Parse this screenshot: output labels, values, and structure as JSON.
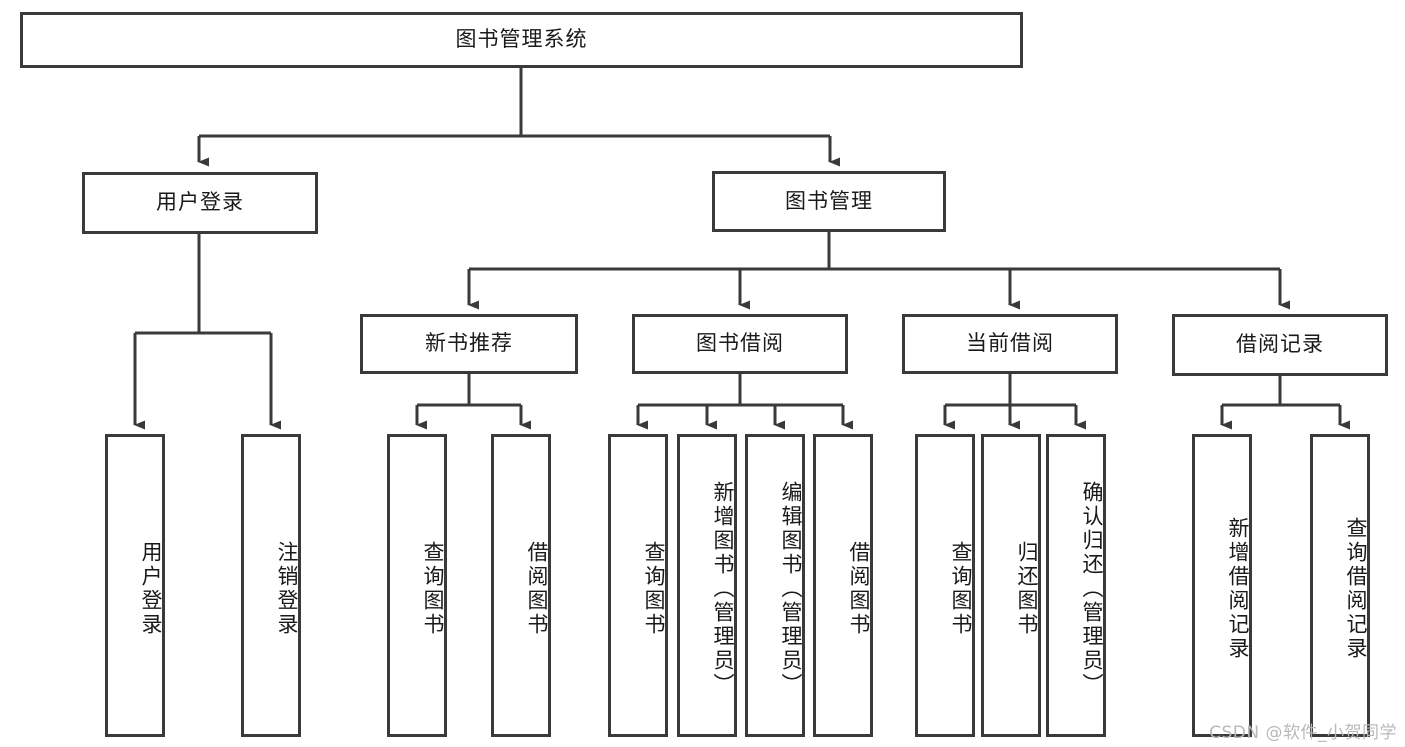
{
  "diagram": {
    "title_node": {
      "label": "图书管理系统"
    },
    "level2": [
      {
        "id": "user-login",
        "label": "用户登录"
      },
      {
        "id": "book-manage",
        "label": "图书管理"
      }
    ],
    "level3": [
      {
        "id": "new-book-recommend",
        "label": "新书推荐"
      },
      {
        "id": "book-borrow",
        "label": "图书借阅"
      },
      {
        "id": "current-borrow",
        "label": "当前借阅"
      },
      {
        "id": "borrow-record",
        "label": "借阅记录"
      }
    ],
    "leaves": {
      "user_login": [
        {
          "id": "leaf-user-login",
          "label": "用户登录"
        },
        {
          "id": "leaf-logout-login",
          "label": "注销登录"
        }
      ],
      "new_book_recommend": [
        {
          "id": "leaf-query-book-1",
          "label": "查询图书"
        },
        {
          "id": "leaf-borrow-book-1",
          "label": "借阅图书"
        }
      ],
      "book_borrow": [
        {
          "id": "leaf-query-book-2",
          "label": "查询图书"
        },
        {
          "id": "leaf-add-book",
          "label": "新增图书（管理员）"
        },
        {
          "id": "leaf-edit-book",
          "label": "编辑图书（管理员）"
        },
        {
          "id": "leaf-borrow-book-2",
          "label": "借阅图书"
        }
      ],
      "current_borrow": [
        {
          "id": "leaf-query-book-3",
          "label": "查询图书"
        },
        {
          "id": "leaf-return-book",
          "label": "归还图书"
        },
        {
          "id": "leaf-confirm-return",
          "label": "确认归还（管理员）"
        }
      ],
      "borrow_record": [
        {
          "id": "leaf-add-record",
          "label": "新增借阅记录"
        },
        {
          "id": "leaf-query-record",
          "label": "查询借阅记录"
        }
      ]
    }
  },
  "watermark": {
    "text": "CSDN @软件_小贺同学"
  },
  "colors": {
    "stroke": "#3a3a3a",
    "fill": "#ffffff",
    "text": "#1a1a1a",
    "watermark": "#b9b9b9"
  }
}
